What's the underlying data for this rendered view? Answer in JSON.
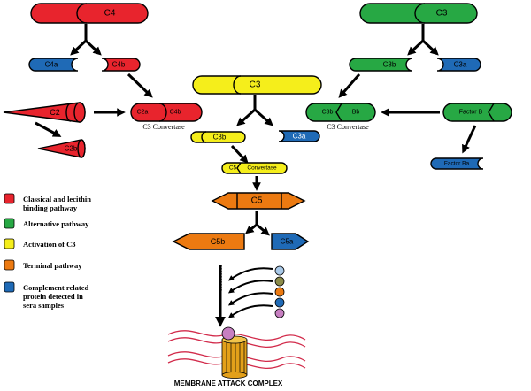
{
  "colors": {
    "red": "#e8242d",
    "green": "#27a844",
    "yellow": "#f5ee1b",
    "orange": "#ec7a11",
    "blue": "#1f6ab6"
  },
  "nodes": {
    "c4": "C4",
    "c4a": "C4a",
    "c4b": "C4b",
    "c3_top": "C3",
    "c3b_alt": "C3b",
    "c3a_alt": "C3a",
    "c2": "C2",
    "c2b": "C2b",
    "c2a_conv": "C2a",
    "c4b_conv": "C4b",
    "c3_center": "C3",
    "c3b_conv": "C3b",
    "bb_conv": "Bb",
    "factor_b": "Factor B",
    "factor_ba": "Factor Ba",
    "c3b_center": "C3b",
    "c3a_center": "C3a",
    "c5_conv_c5": "C5",
    "c5_conv_label": "Convertase",
    "c5": "C5",
    "c5b": "C5b",
    "c5a": "C5a"
  },
  "captions": {
    "classical_convertase": "C3 Convertase",
    "alternative_convertase": "C3 Convertase",
    "mac": "MEMBRANE ATTACK COMPLEX"
  },
  "legend": [
    {
      "label_lines": [
        "Classical and lecithin",
        "binding pathway"
      ],
      "color": "#e8242d"
    },
    {
      "label_lines": [
        "Alternative pathway"
      ],
      "color": "#27a844"
    },
    {
      "label_lines": [
        "Activation of C3"
      ],
      "color": "#f5ee1b"
    },
    {
      "label_lines": [
        "Terminal pathway"
      ],
      "color": "#ec7a11"
    },
    {
      "label_lines": [
        "Complement related",
        "protein detected in",
        "sera samples"
      ],
      "color": "#1f6ab6"
    }
  ],
  "mac_dots": [
    "#a9c9e8",
    "#8c8c4a",
    "#ec7a11",
    "#1f6ab6",
    "#c77fc1"
  ]
}
